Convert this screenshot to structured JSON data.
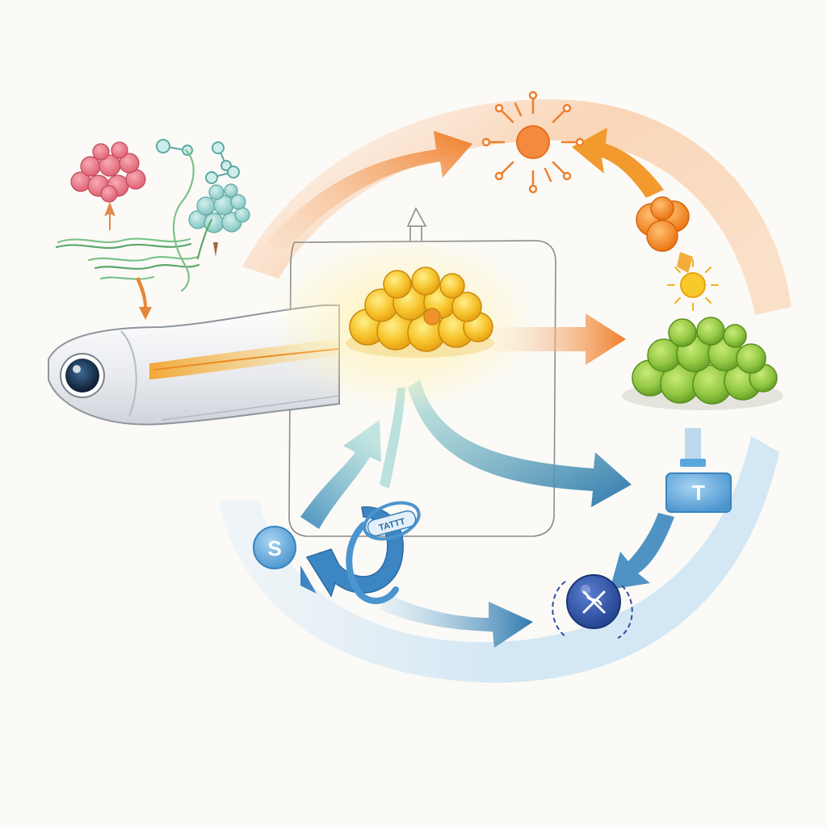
{
  "labels": {
    "s_badge": "S",
    "t_badge": "T",
    "chain_tag": "TATTT"
  },
  "colors": {
    "background": "#fbfaf7",
    "orange_arc": "#f6b07a",
    "orange_arrow": "#f07f2c",
    "blue_arc": "#bcd9ee",
    "blue_arrow": "#3d86b8",
    "teal_arrow": "#7ec5c4",
    "yellow_cluster": "#f5c12a",
    "green_cluster": "#8cc63f",
    "red_cluster": "#e86b7a",
    "teal_cluster": "#8fd0cc",
    "orange_cluster": "#f28a1c",
    "sun_orange": "#f07f2c",
    "sun_yellow": "#f7c21e",
    "badge_blue": "#5aa7de",
    "node_navy": "#2d4fa0"
  },
  "icons": [
    "zebrafish-larva-icon",
    "sun-burst-icon",
    "cell-cluster-icon",
    "molecule-icon",
    "chain-icon",
    "crossed-node-icon"
  ]
}
